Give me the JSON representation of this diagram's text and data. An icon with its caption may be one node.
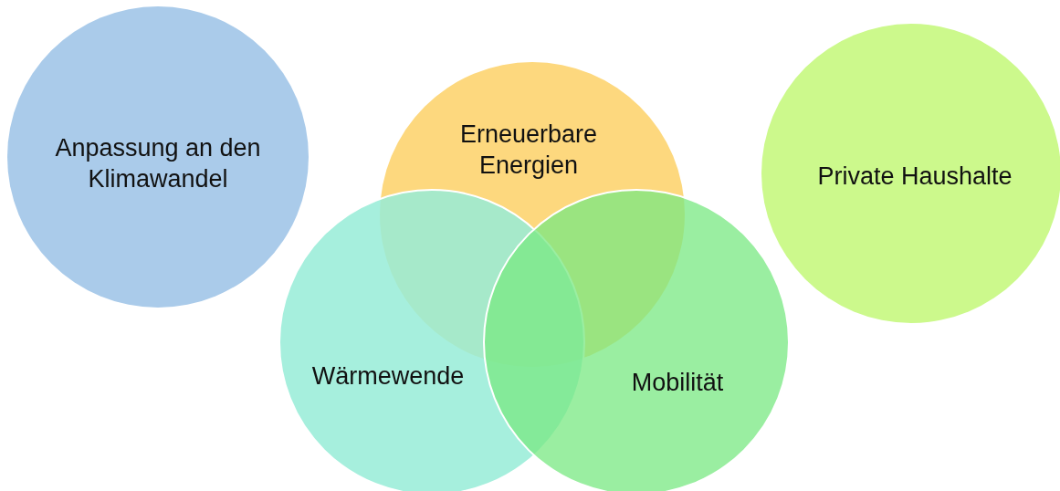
{
  "diagram": {
    "nodes": [
      {
        "text": [
          "Anpassung an den Klimawandel"
        ]
      },
      {
        "text": [
          "Erneuerbare Energien"
        ]
      },
      {
        "text": [
          "Wärmewende"
        ]
      },
      {
        "text": [
          "Mobilität"
        ]
      },
      {
        "text": [
          "Private Haushalte"
        ]
      }
    ]
  }
}
